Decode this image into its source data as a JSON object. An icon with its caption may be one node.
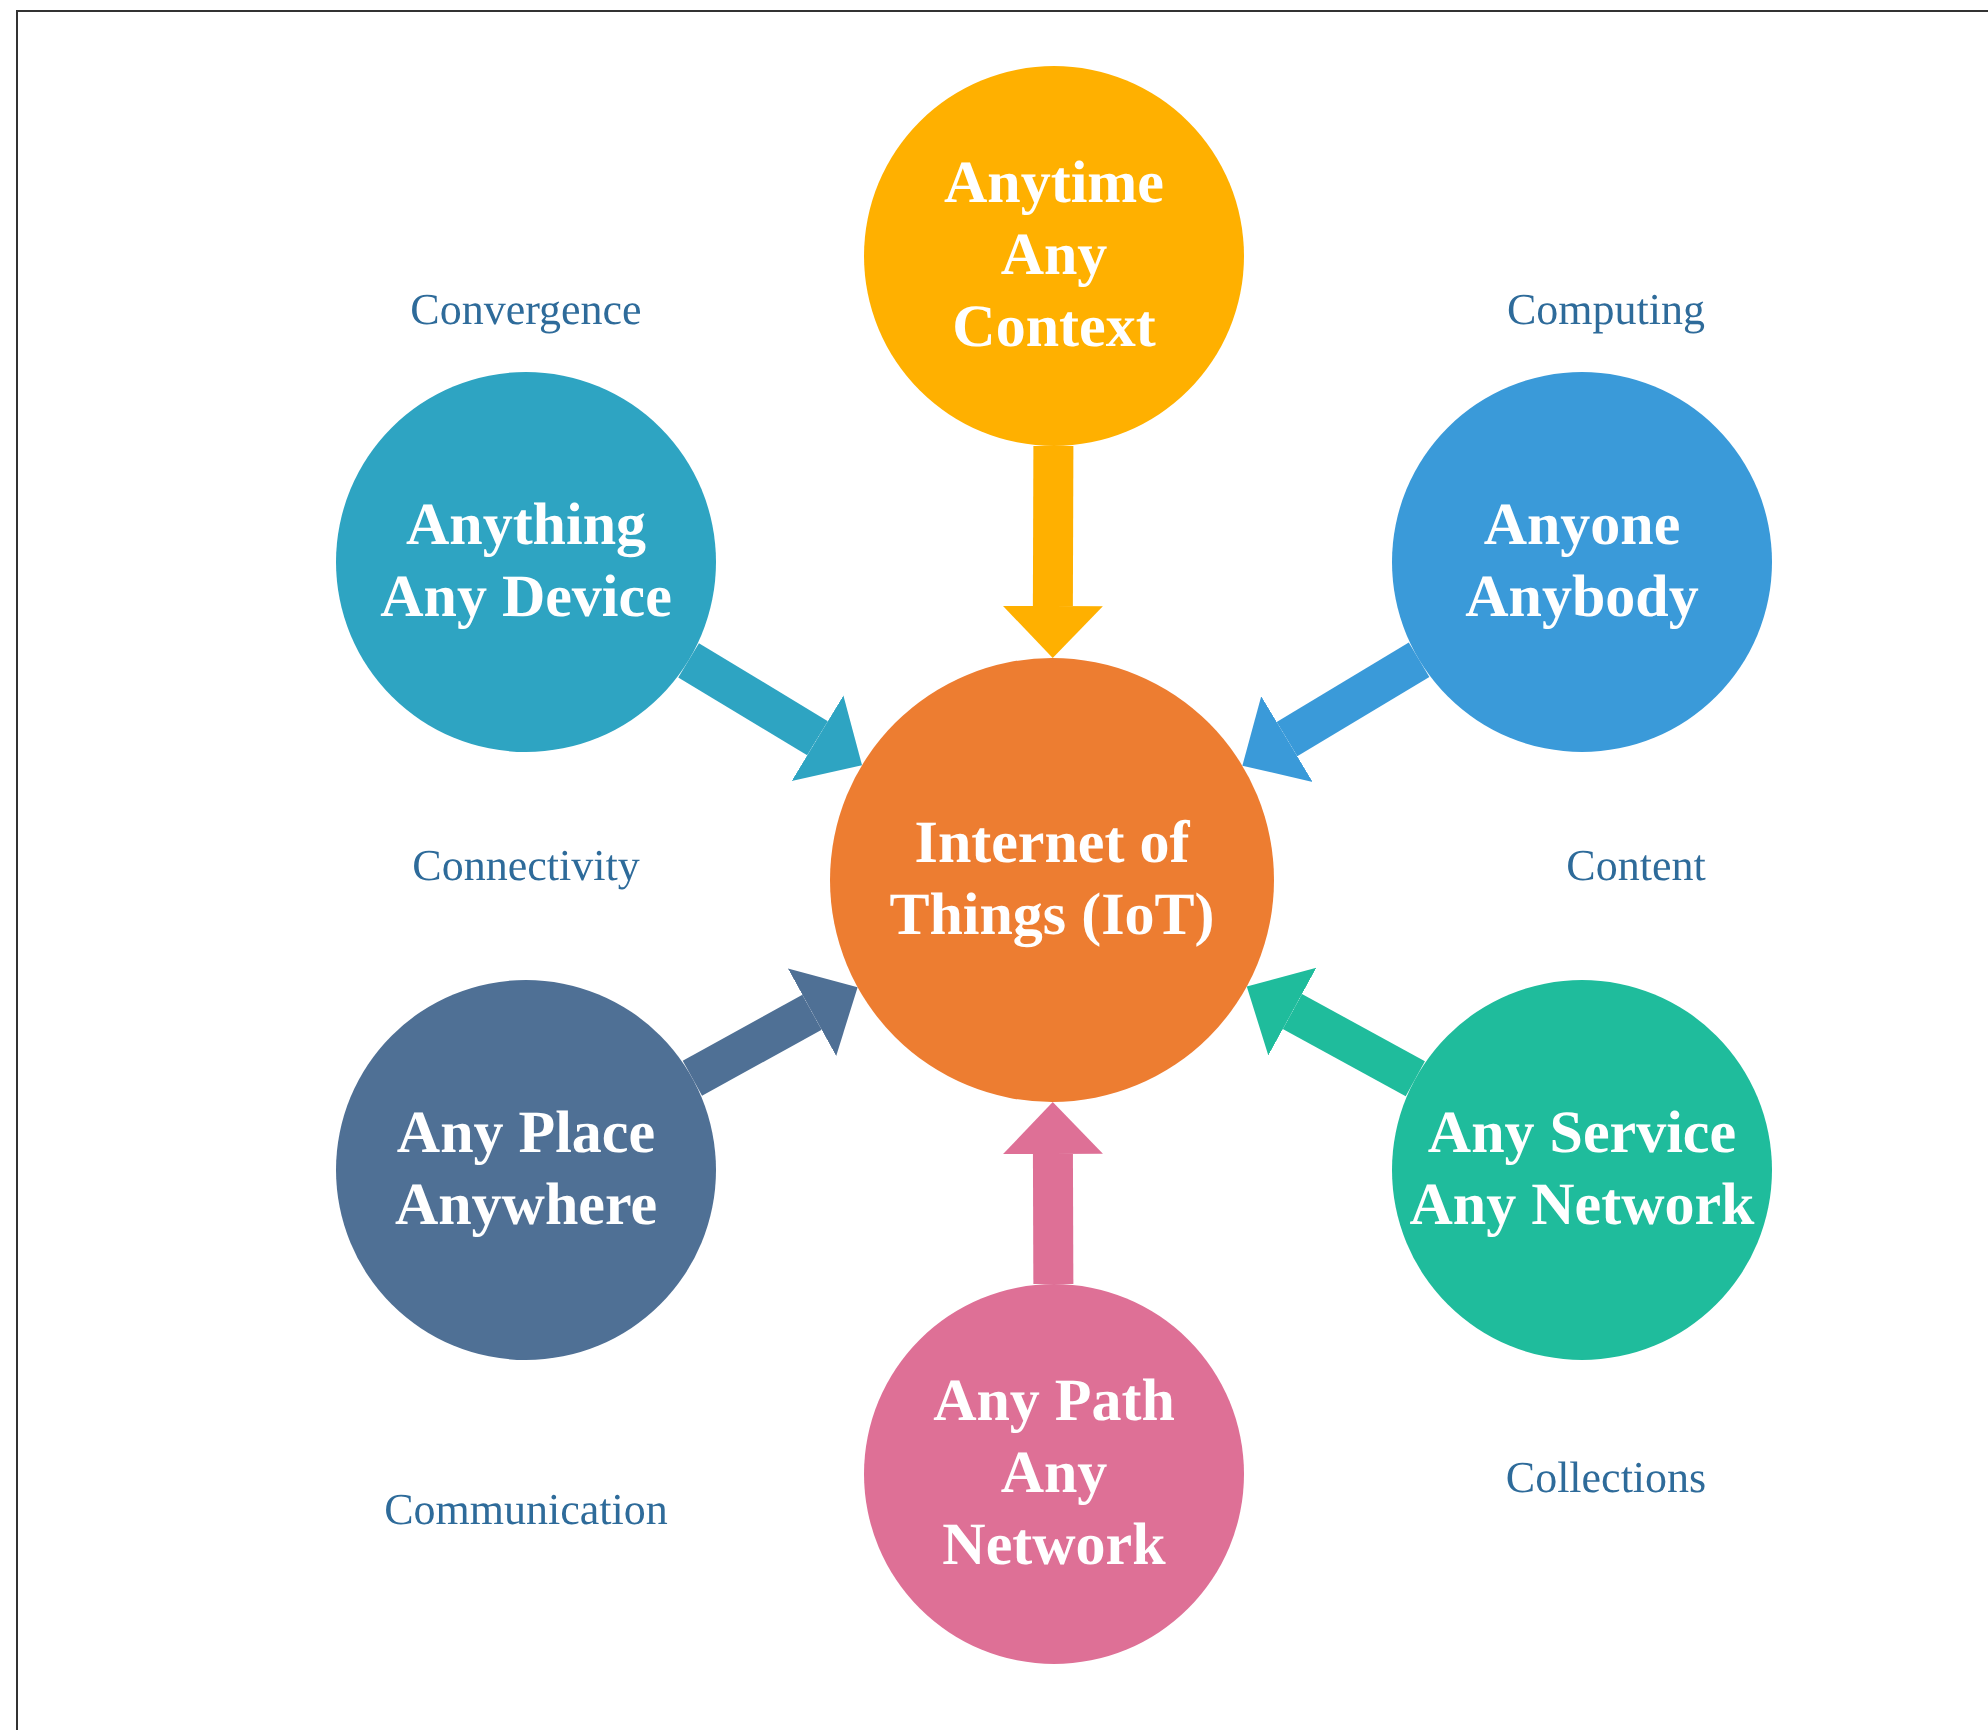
{
  "diagram": {
    "nodes": [
      {
        "text": [
          "Anytime Any Context"
        ]
      },
      {
        "text": [
          "Anything Any Device"
        ]
      },
      {
        "text": [
          "Anyone Anybody"
        ]
      },
      {
        "text": [
          "Internet of Things (IoT)"
        ]
      },
      {
        "text": [
          "Any Place Anywhere"
        ]
      },
      {
        "text": [
          "Any Service Any Network"
        ]
      },
      {
        "text": [
          "Any Path Any Network"
        ]
      }
    ],
    "edges": [
      {
        "from": 0,
        "to": 3,
        "arrow": "to",
        "color": "#ffb000"
      },
      {
        "from": 1,
        "to": 3,
        "arrow": "to",
        "color": "#2ea4c2"
      },
      {
        "from": 2,
        "to": 3,
        "arrow": "to",
        "color": "#3a9ad9"
      },
      {
        "from": 4,
        "to": 3,
        "arrow": "to",
        "color": "#4f7095"
      },
      {
        "from": 5,
        "to": 3,
        "arrow": "to",
        "color": "#1fbc9c"
      },
      {
        "from": 6,
        "to": 3,
        "arrow": "to",
        "color": "#de7096"
      }
    ],
    "labels": [
      "Convergence",
      "Computing",
      "Connectivity",
      "Content",
      "Communication",
      "Collections"
    ]
  }
}
